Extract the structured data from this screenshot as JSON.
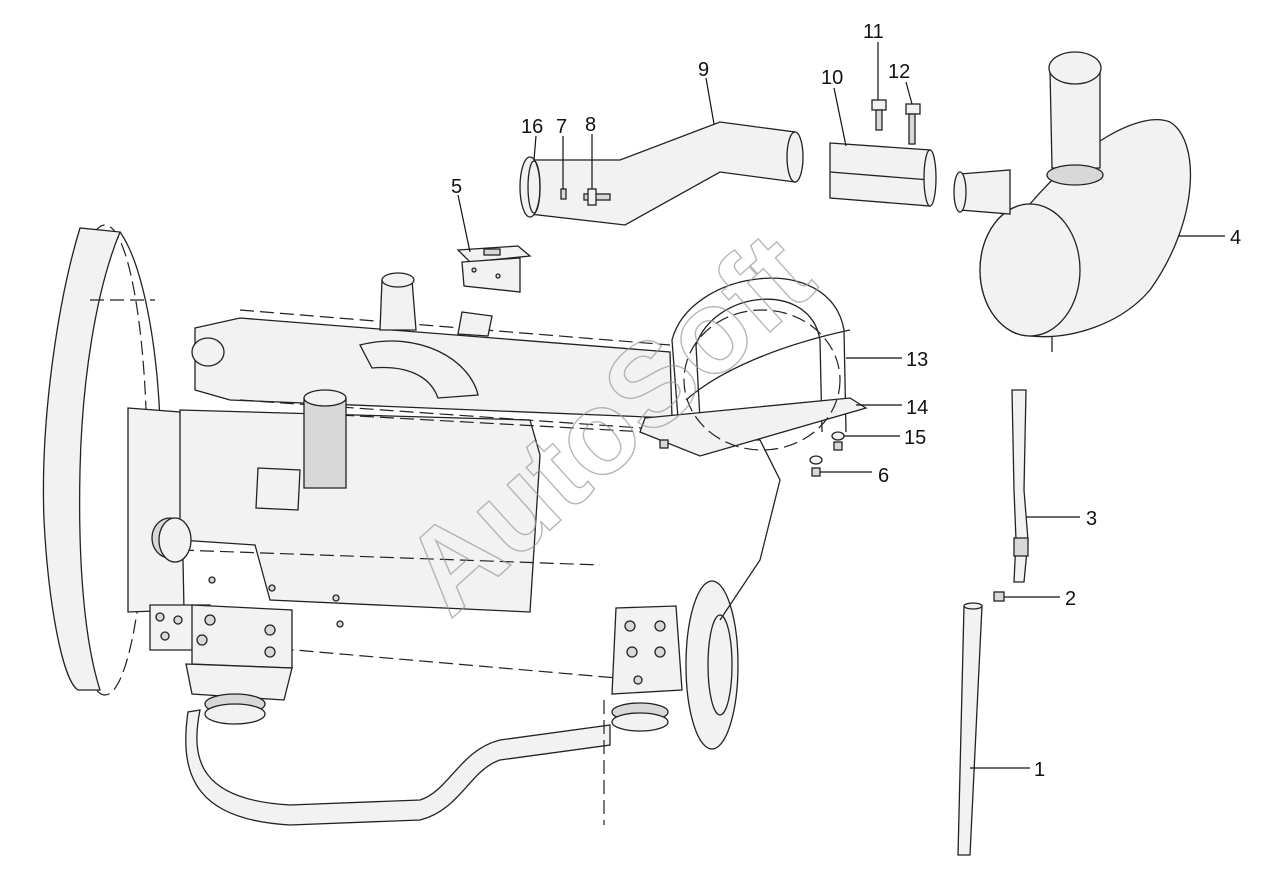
{
  "watermark": "AutoSoft",
  "callouts": [
    {
      "id": "1",
      "label": "1"
    },
    {
      "id": "2",
      "label": "2"
    },
    {
      "id": "3",
      "label": "3"
    },
    {
      "id": "4",
      "label": "4"
    },
    {
      "id": "5",
      "label": "5"
    },
    {
      "id": "6",
      "label": "6"
    },
    {
      "id": "7",
      "label": "7"
    },
    {
      "id": "8",
      "label": "8"
    },
    {
      "id": "9",
      "label": "9"
    },
    {
      "id": "10",
      "label": "10"
    },
    {
      "id": "11",
      "label": "11"
    },
    {
      "id": "12",
      "label": "12"
    },
    {
      "id": "13",
      "label": "13"
    },
    {
      "id": "14",
      "label": "14"
    },
    {
      "id": "15",
      "label": "15"
    },
    {
      "id": "16",
      "label": "16"
    }
  ]
}
